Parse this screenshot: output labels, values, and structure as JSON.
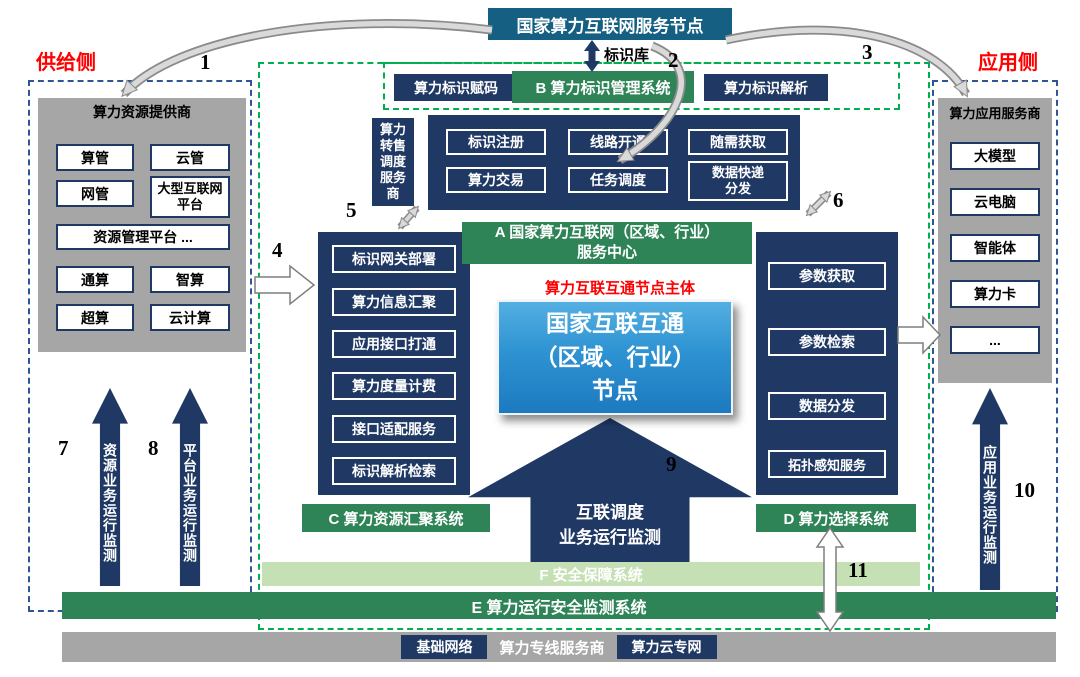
{
  "header": {
    "top_node": "国家算力互联网服务节点",
    "registry": "标识库",
    "supply_side": "供给侧",
    "application_side": "应用侧"
  },
  "id_system": {
    "coding": "算力标识赋码",
    "management": "B 算力标识管理系统",
    "resolution": "算力标识解析"
  },
  "supply_panel": {
    "title": "算力资源提供商",
    "items": [
      "算管",
      "云管",
      "网管",
      "大型互联网平台",
      "资源管理平台 ...",
      "通算",
      "智算",
      "超算",
      "云计算"
    ]
  },
  "app_panel": {
    "title": "算力应用服务商",
    "items": [
      "大模型",
      "云电脑",
      "智能体",
      "算力卡",
      "..."
    ]
  },
  "reseller": "算力转售调度服务商",
  "service_center": {
    "functions": [
      "标识注册",
      "线路开通",
      "随需获取",
      "算力交易",
      "任务调度",
      "数据快递分发"
    ],
    "label_lines": [
      "A 国家算力互联网（区域、行业）",
      "服务中心"
    ]
  },
  "hub": {
    "caption": "算力互联互通节点主体",
    "lines": [
      "国家互联互通",
      "（区域、行业）",
      "节点"
    ]
  },
  "system_c": {
    "items": [
      "标识网关部署",
      "算力信息汇聚",
      "应用接口打通",
      "算力度量计费",
      "接口适配服务",
      "标识解析检索"
    ],
    "label": "C 算力资源汇聚系统"
  },
  "system_d": {
    "items": [
      "参数获取",
      "参数检索",
      "数据分发",
      "拓扑感知服务"
    ],
    "label": "D 算力选择系统"
  },
  "big_arrow": {
    "line1": "互联调度",
    "line2": "业务运行监测"
  },
  "system_f": "F 安全保障系统",
  "system_e": "E 算力运行安全监测系统",
  "network_bar": {
    "left": "基础网络",
    "center": "算力专线服务商",
    "right": "算力云专网"
  },
  "monitors": {
    "resource": "资源业务运行监测",
    "platform": "平台业务运行监测",
    "application": "应用业务运行监测"
  },
  "numbers": [
    "1",
    "2",
    "3",
    "4",
    "5",
    "6",
    "7",
    "8",
    "9",
    "10",
    "11"
  ],
  "colors": {
    "navy": "#1F3864",
    "green": "#2E8457",
    "light_green": "#C5E0B4",
    "teal": "#156082",
    "gray_panel": "#A6A6A6",
    "blue_box": "#2E93D2",
    "red": "#FF0000",
    "dash_green": "#00B050",
    "dash_blue": "#2F5597"
  }
}
